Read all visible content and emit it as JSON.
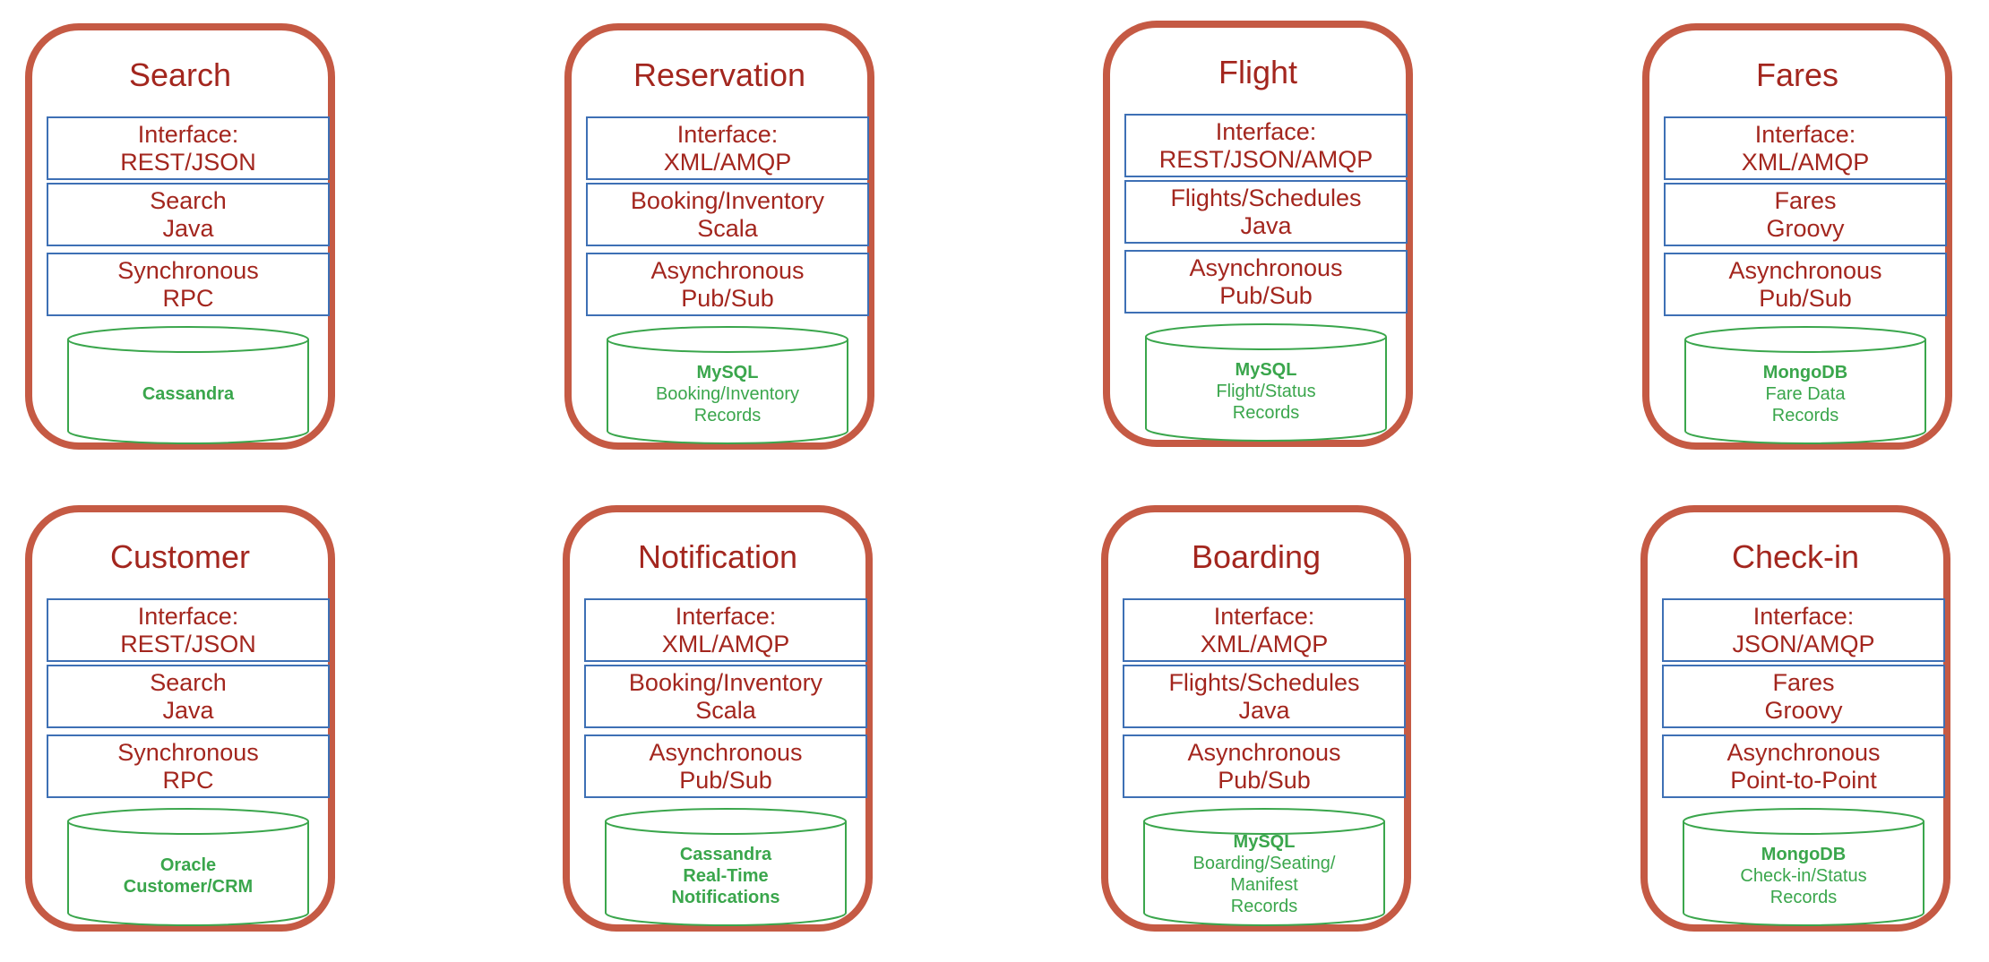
{
  "colors": {
    "card_border": "#c55a44",
    "title_text": "#a3261e",
    "layer_border": "#3e70b5",
    "layer_text": "#a3261e",
    "database": "#3aa64c"
  },
  "services": [
    {
      "title": "Search",
      "interface": [
        "Interface:",
        "REST/JSON"
      ],
      "component": [
        "Search",
        "Java"
      ],
      "messaging": [
        "Synchronous",
        "RPC"
      ],
      "database": [
        "Cassandra"
      ]
    },
    {
      "title": "Reservation",
      "interface": [
        "Interface:",
        "XML/AMQP"
      ],
      "component": [
        "Booking/Inventory",
        "Scala"
      ],
      "messaging": [
        "Asynchronous",
        "Pub/Sub"
      ],
      "database": [
        "MySQL",
        "Booking/Inventory",
        "Records"
      ]
    },
    {
      "title": "Flight",
      "interface": [
        "Interface:",
        "REST/JSON/AMQP"
      ],
      "component": [
        "Flights/Schedules",
        "Java"
      ],
      "messaging": [
        "Asynchronous",
        "Pub/Sub"
      ],
      "database": [
        "MySQL",
        "Flight/Status",
        "Records"
      ]
    },
    {
      "title": "Fares",
      "interface": [
        "Interface:",
        "XML/AMQP"
      ],
      "component": [
        "Fares",
        "Groovy"
      ],
      "messaging": [
        "Asynchronous",
        "Pub/Sub"
      ],
      "database": [
        "MongoDB",
        "Fare Data",
        "Records"
      ]
    },
    {
      "title": "Customer",
      "interface": [
        "Interface:",
        "REST/JSON"
      ],
      "component": [
        "Search",
        "Java"
      ],
      "messaging": [
        "Synchronous",
        "RPC"
      ],
      "database": [
        "Oracle",
        "Customer/CRM"
      ]
    },
    {
      "title": "Notification",
      "interface": [
        "Interface:",
        "XML/AMQP"
      ],
      "component": [
        "Booking/Inventory",
        "Scala"
      ],
      "messaging": [
        "Asynchronous",
        "Pub/Sub"
      ],
      "database": [
        "Cassandra",
        "Real-Time",
        "Notifications"
      ]
    },
    {
      "title": "Boarding",
      "interface": [
        "Interface:",
        "XML/AMQP"
      ],
      "component": [
        "Flights/Schedules",
        "Java"
      ],
      "messaging": [
        "Asynchronous",
        "Pub/Sub"
      ],
      "database": [
        "MySQL",
        "Boarding/Seating/",
        "Manifest",
        "Records"
      ]
    },
    {
      "title": "Check-in",
      "interface": [
        "Interface:",
        "JSON/AMQP"
      ],
      "component": [
        "Fares",
        "Groovy"
      ],
      "messaging": [
        "Asynchronous",
        "Point-to-Point"
      ],
      "database": [
        "MongoDB",
        "Check-in/Status",
        "Records"
      ]
    }
  ]
}
